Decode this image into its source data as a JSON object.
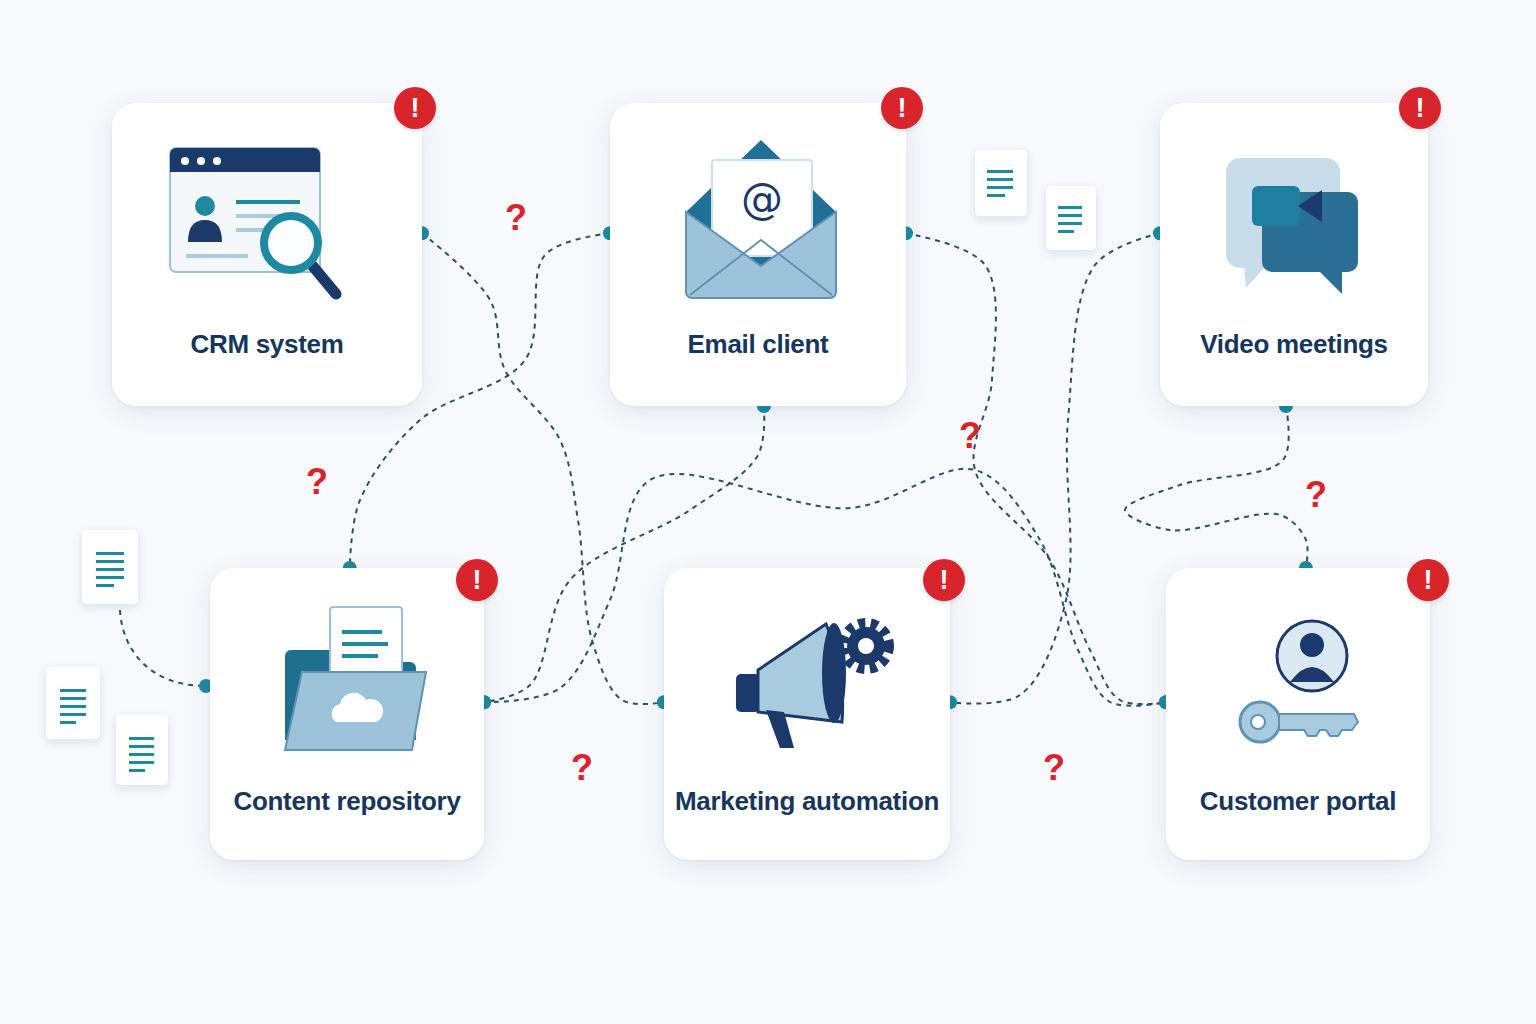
{
  "diagram": {
    "nodes": [
      {
        "text": [
          "CRM system"
        ]
      },
      {
        "text": [
          "Email client"
        ]
      },
      {
        "text": [
          "Video meetings"
        ]
      },
      {
        "text": [
          "Content repository"
        ]
      },
      {
        "text": [
          "Marketing automation"
        ]
      },
      {
        "text": [
          "Customer portal"
        ]
      }
    ],
    "edges": [
      {
        "from": 0,
        "to": 4,
        "arrow": "none"
      },
      {
        "from": 1,
        "to": 3,
        "arrow": "none"
      },
      {
        "from": 1,
        "to": 3,
        "arrow": "none"
      },
      {
        "from": 3,
        "to": 5,
        "arrow": "none"
      },
      {
        "from": 1,
        "to": 5,
        "arrow": "none"
      },
      {
        "from": 2,
        "to": 4,
        "arrow": "none"
      },
      {
        "from": 2,
        "to": 5,
        "arrow": "none"
      }
    ],
    "labels": [
      "!",
      "!",
      "!",
      "@",
      "?",
      "?",
      "?",
      "?",
      "!",
      "!",
      "!",
      "?",
      "?"
    ]
  }
}
